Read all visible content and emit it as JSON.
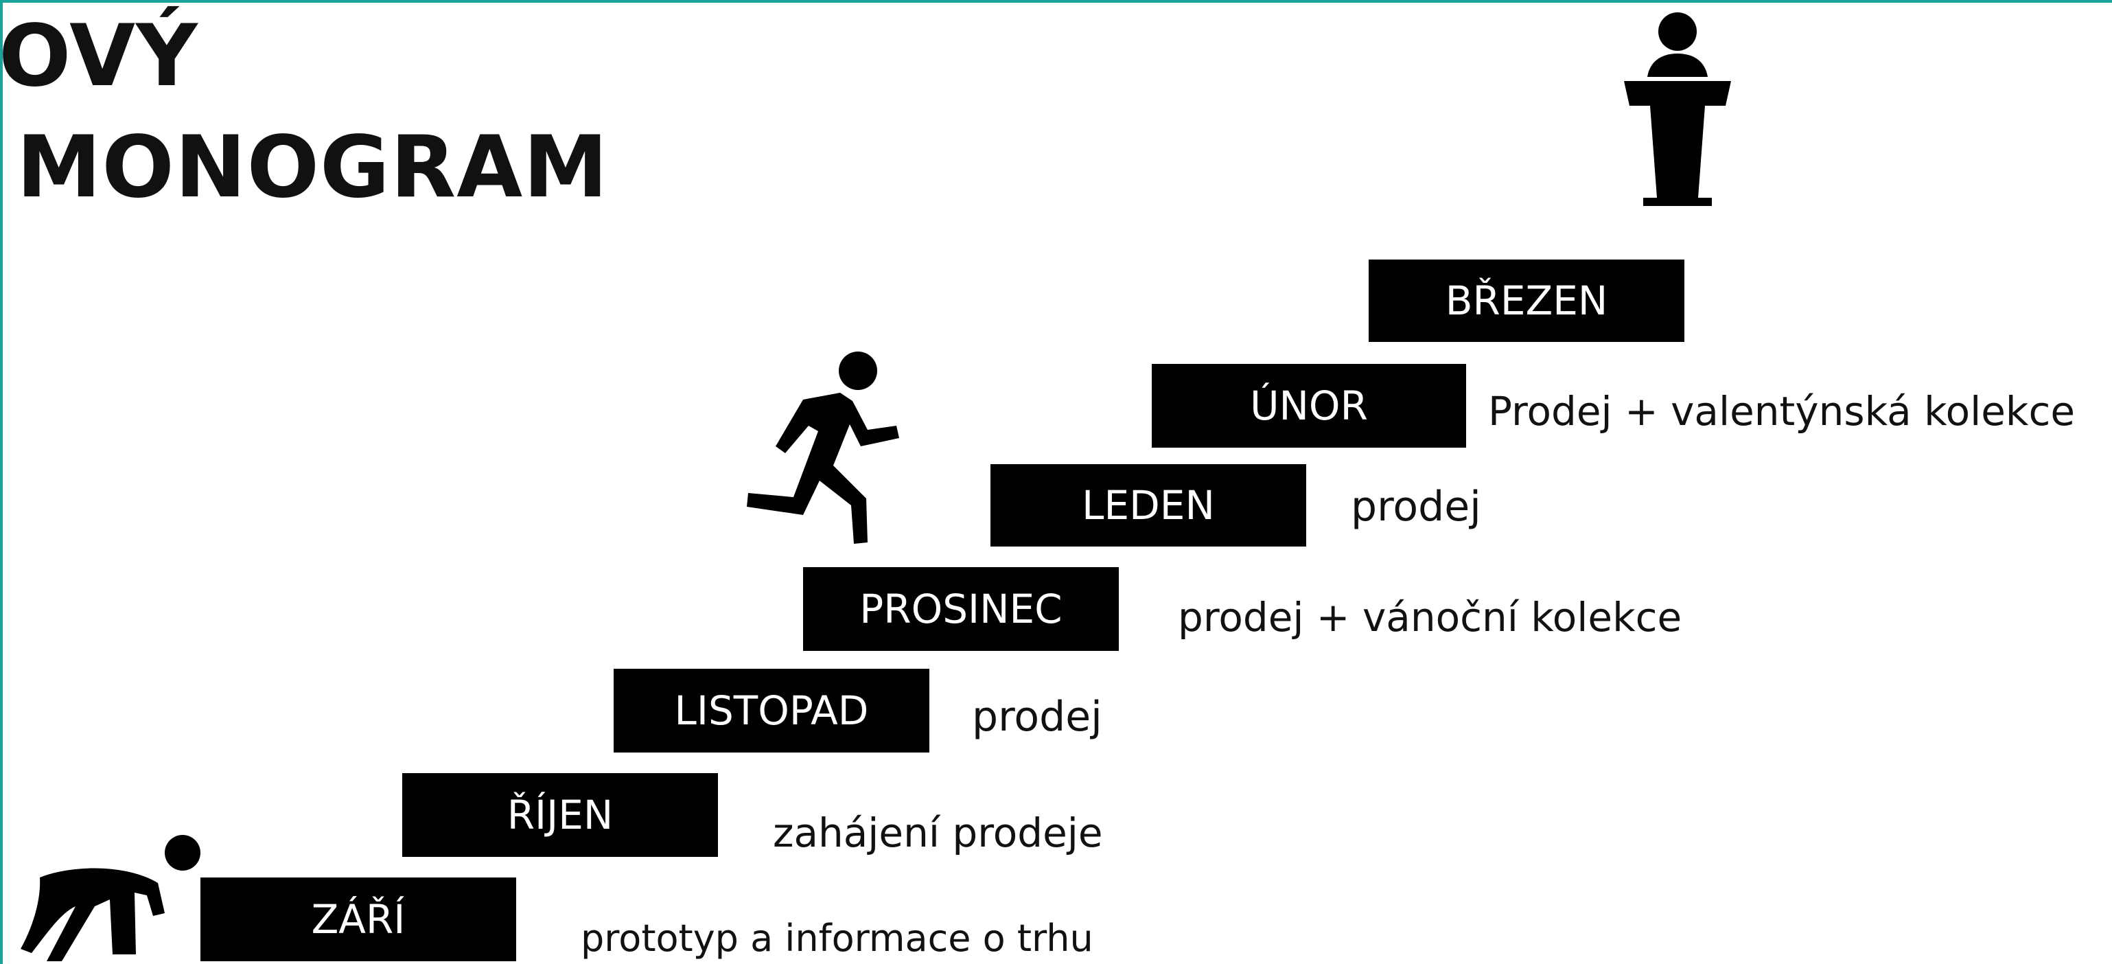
{
  "title": {
    "line1": "OVÝ",
    "line2": "MONOGRAM"
  },
  "steps": [
    {
      "month": "ZÁŘÍ",
      "text": "prototyp a informace o trhu"
    },
    {
      "month": "ŘÍJEN",
      "text": "zahájení prodeje"
    },
    {
      "month": "LISTOPAD",
      "text": "prodej"
    },
    {
      "month": "PROSINEC",
      "text": "prodej + vánoční kolekce"
    },
    {
      "month": "LEDEN",
      "text": "prodej"
    },
    {
      "month": "ÚNOR",
      "text": "Prodej + valentýnská kolekce"
    },
    {
      "month": "BŘEZEN",
      "text": ""
    }
  ],
  "colors": {
    "accent_frame": "#1aa39a",
    "step_bg": "#000000",
    "step_text": "#ffffff"
  },
  "icons": [
    "crouching-runner-icon",
    "running-person-icon",
    "speaker-podium-icon"
  ]
}
